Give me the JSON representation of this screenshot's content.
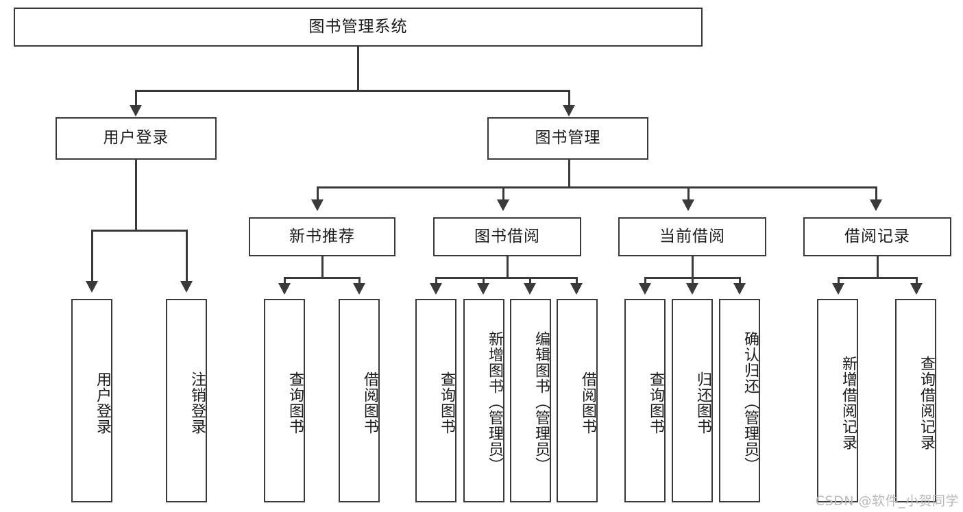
{
  "diagram": {
    "type": "hierarchy-tree",
    "title": "图书管理系统",
    "root": {
      "label": "图书管理系统"
    },
    "level2": [
      {
        "id": "user-login",
        "label": "用户登录"
      },
      {
        "id": "book-management",
        "label": "图书管理"
      }
    ],
    "level3": [
      {
        "id": "new-book-recommend",
        "label": "新书推荐",
        "parent": "book-management"
      },
      {
        "id": "book-borrow",
        "label": "图书借阅",
        "parent": "book-management"
      },
      {
        "id": "current-borrow",
        "label": "当前借阅",
        "parent": "book-management"
      },
      {
        "id": "borrow-record",
        "label": "借阅记录",
        "parent": "book-management"
      }
    ],
    "leaves": [
      {
        "id": "leaf-user-login",
        "label": "用户登录",
        "parent": "user-login"
      },
      {
        "id": "leaf-logout-login",
        "label": "注销登录",
        "parent": "user-login"
      },
      {
        "id": "leaf-query-book-1",
        "label": "查询图书",
        "parent": "new-book-recommend"
      },
      {
        "id": "leaf-borrow-book-1",
        "label": "借阅图书",
        "parent": "new-book-recommend"
      },
      {
        "id": "leaf-query-book-2",
        "label": "查询图书",
        "parent": "book-borrow"
      },
      {
        "id": "leaf-add-book",
        "label": "新增图书（管理员）",
        "parent": "book-borrow"
      },
      {
        "id": "leaf-edit-book",
        "label": "编辑图书（管理员）",
        "parent": "book-borrow"
      },
      {
        "id": "leaf-borrow-book-2",
        "label": "借阅图书",
        "parent": "book-borrow"
      },
      {
        "id": "leaf-query-book-3",
        "label": "查询图书",
        "parent": "current-borrow"
      },
      {
        "id": "leaf-return-book",
        "label": "归还图书",
        "parent": "current-borrow"
      },
      {
        "id": "leaf-confirm-return",
        "label": "确认归还（管理员）",
        "parent": "current-borrow"
      },
      {
        "id": "leaf-add-record",
        "label": "新增借阅记录",
        "parent": "borrow-record"
      },
      {
        "id": "leaf-query-record",
        "label": "查询借阅记录",
        "parent": "borrow-record"
      }
    ],
    "colors": {
      "stroke": "#3a3a3a",
      "fill": "#ffffff",
      "text": "#1b1b1b",
      "watermark": "#b9b9b9"
    }
  },
  "watermark": {
    "text": "CSDN @软件_小贺同学"
  }
}
